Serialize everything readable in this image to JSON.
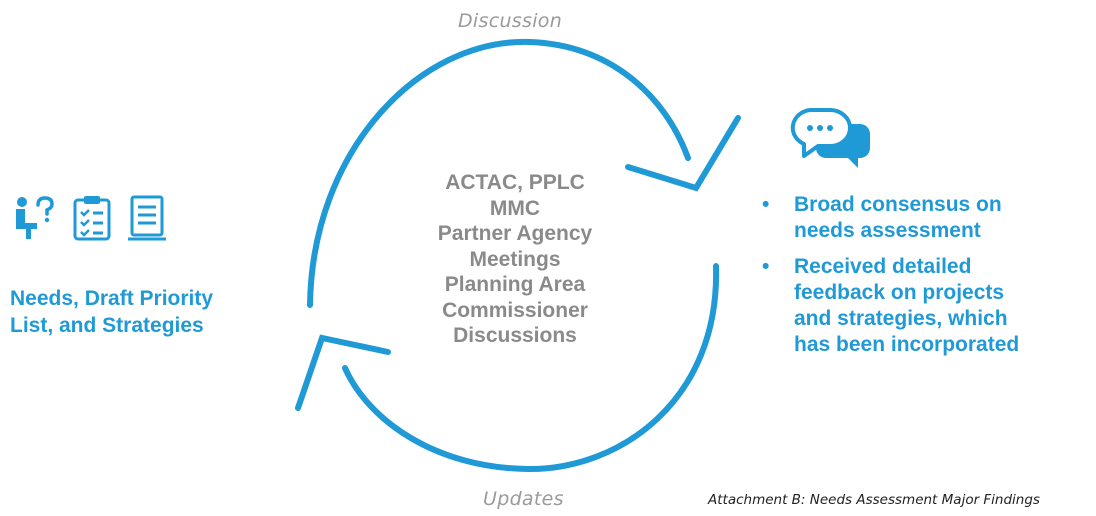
{
  "colors": {
    "accent": "#1f9ad6",
    "center_text": "#8a8a8a",
    "cycle_label": "#9a9a9a"
  },
  "cycle": {
    "top_label": "Discussion",
    "bottom_label": "Updates",
    "center_lines": [
      "ACTAC, PPLC",
      "MMC",
      "Partner Agency",
      "Meetings",
      "Planning Area",
      "Commissioner",
      "Discussions"
    ]
  },
  "left_panel": {
    "icons": [
      "person-question-icon",
      "checklist-clipboard-icon",
      "document-icon"
    ],
    "title_lines": [
      "Needs, Draft Priority",
      "List, and Strategies"
    ]
  },
  "right_panel": {
    "icon": "chat-bubbles-icon",
    "bullet_char": "•",
    "bullets": [
      {
        "lines": [
          "Broad consensus on",
          "needs assessment"
        ]
      },
      {
        "lines": [
          "Received detailed",
          "feedback on projects",
          "and strategies, which",
          "has been incorporated"
        ]
      }
    ]
  },
  "footer": {
    "attachment_text": "Attachment B: Needs Assessment Major Findings"
  }
}
